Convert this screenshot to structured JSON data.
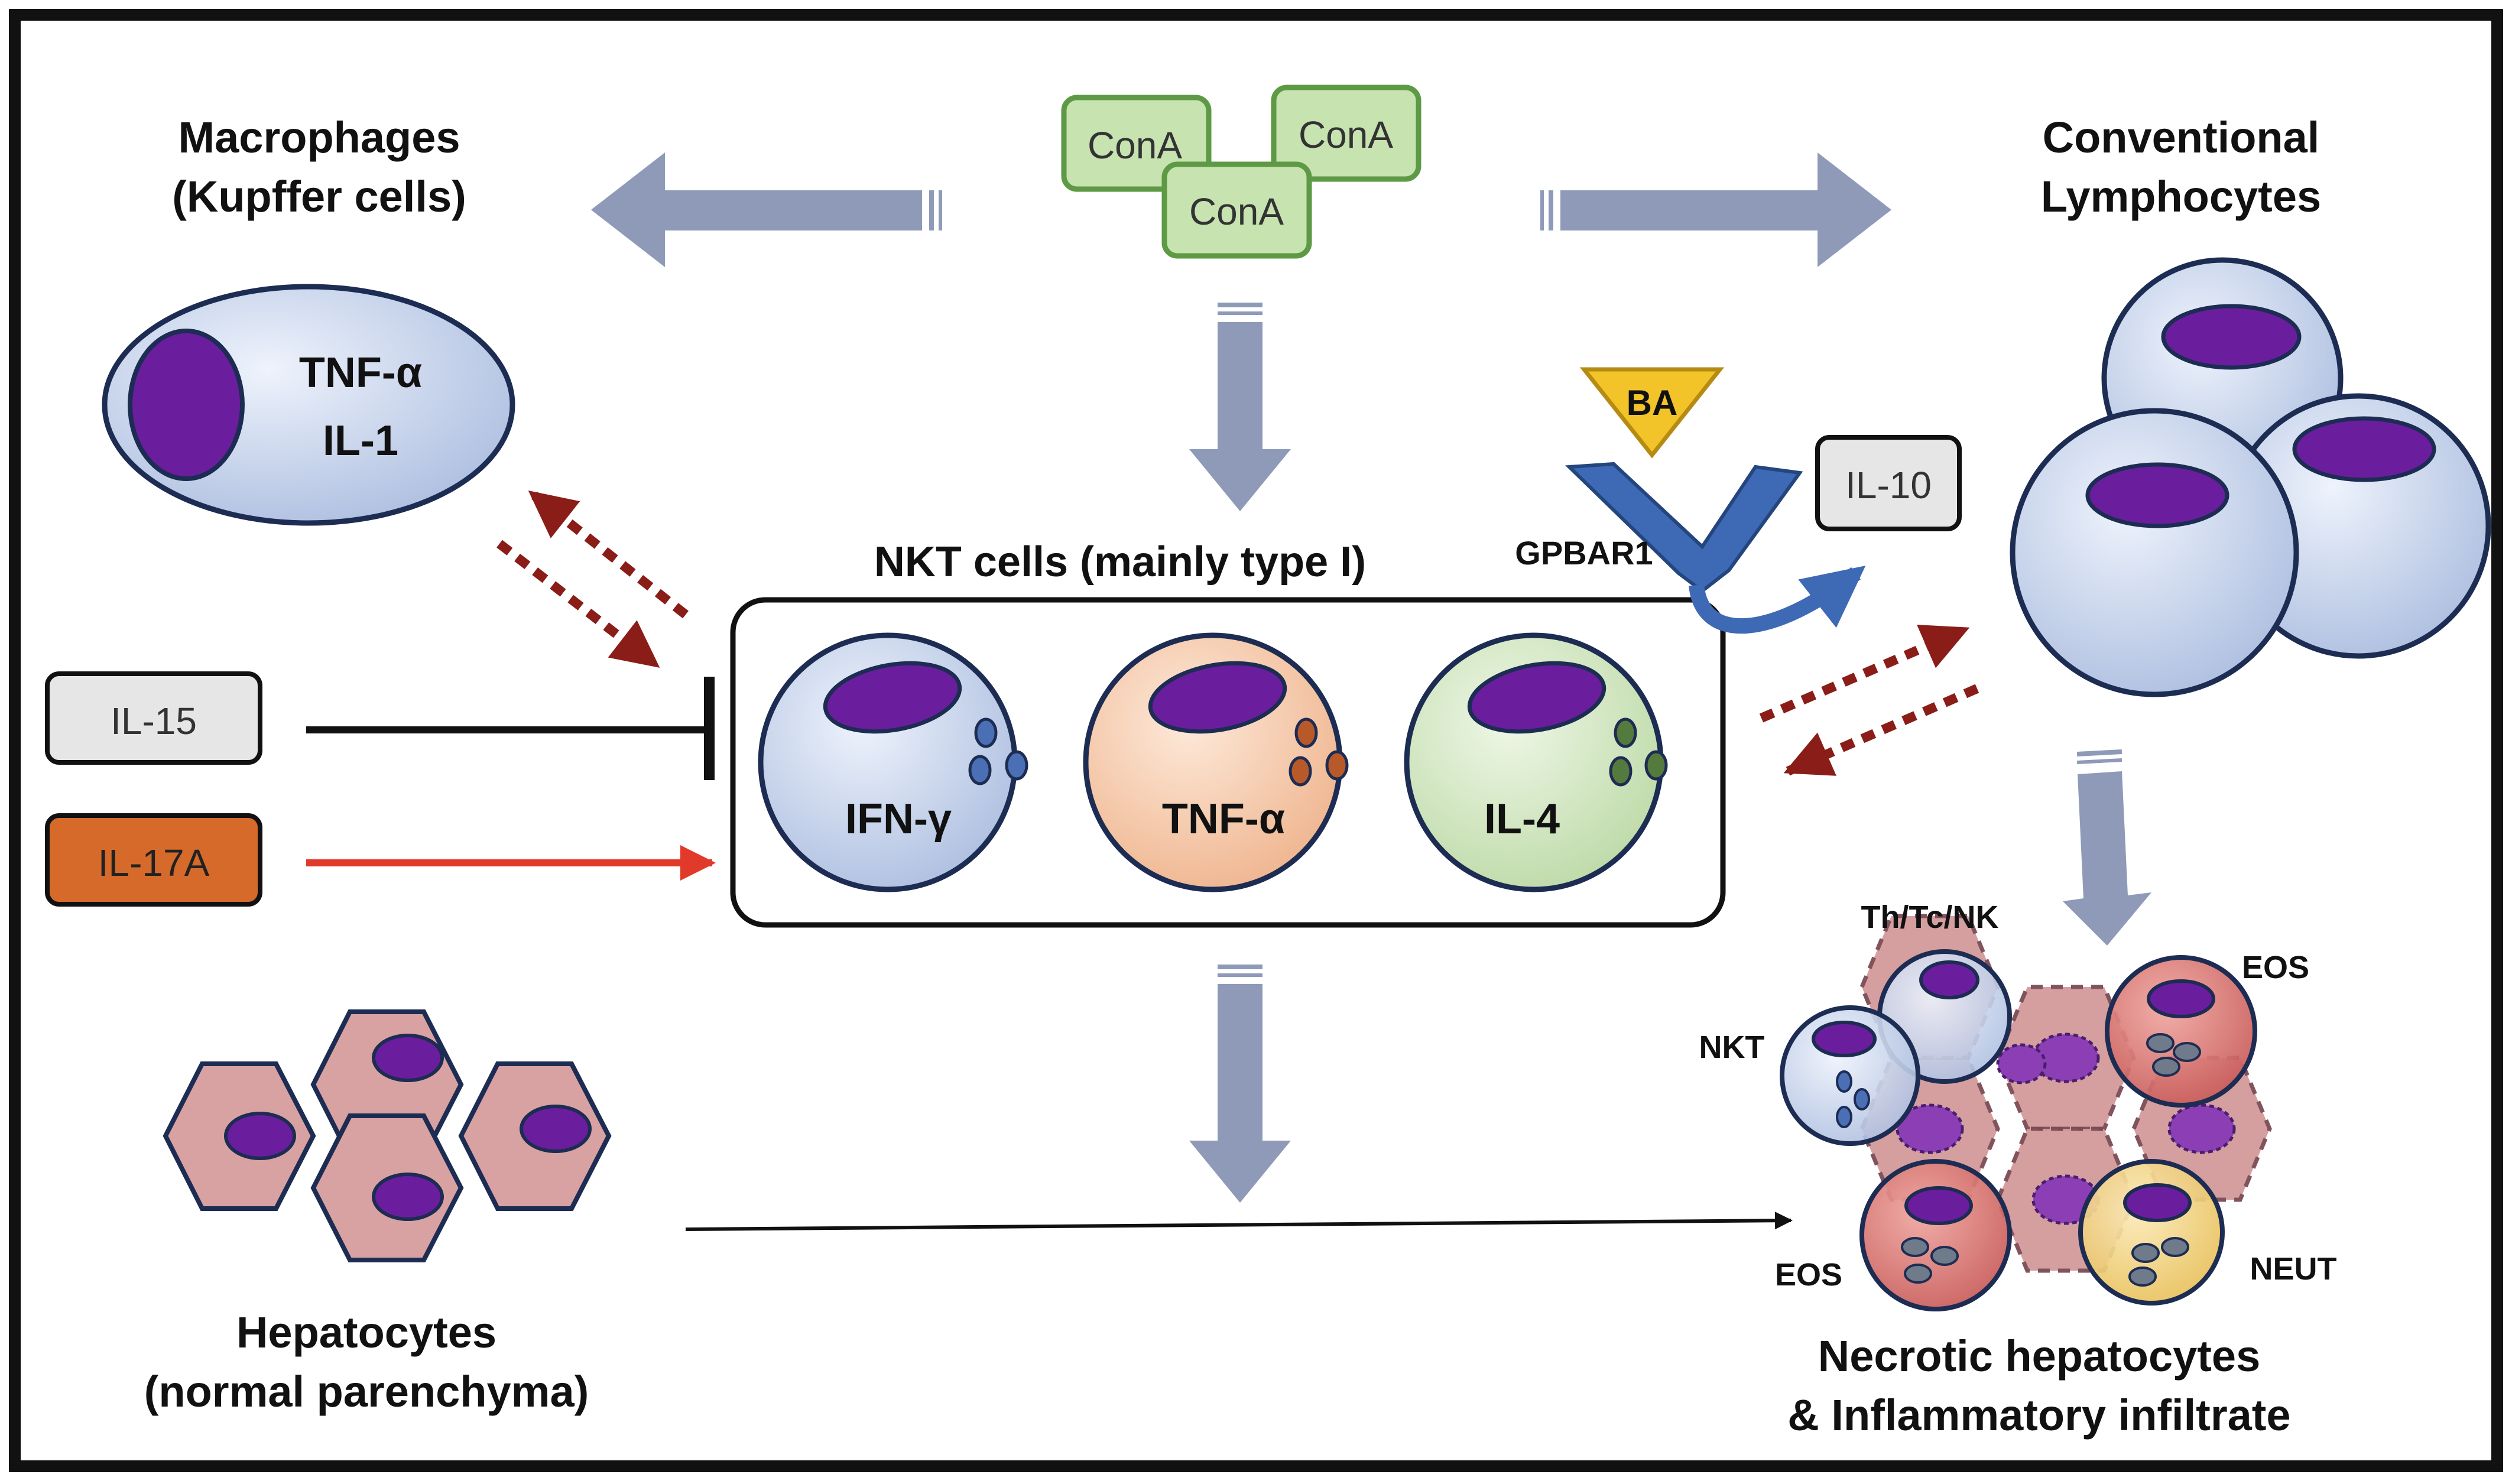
{
  "colors": {
    "frame": "#111111",
    "pathway_arrow": "#8e9ab8",
    "conA_fill": "#c6e3b0",
    "conA_stroke": "#5e9a45",
    "nucleus": "#6a1e9e",
    "cell_blue": "#c8d6ee",
    "cell_orange": "#f7cfb1",
    "cell_green": "#d6eac8",
    "hepatocyte": "#d9a2a2",
    "eos": "#d56a6a",
    "neut": "#f0d27a",
    "dotted_arrow": "#8a1d17",
    "il17a_arrow": "#e23a2a",
    "il15_line": "#111111",
    "ba_fill": "#f3c32a",
    "gpbar1": "#3e69b5",
    "il17a_box": "#d66a2a",
    "il15_box": "#e6e6e6"
  },
  "conA": {
    "labels": [
      "ConA",
      "ConA",
      "ConA"
    ]
  },
  "macrophages": {
    "title_line1": "Macrophages",
    "title_line2": "(Kupffer cells)",
    "cytokine1": "TNF-α",
    "cytokine2": "IL-1"
  },
  "lymphocytes": {
    "title_line1": "Conventional",
    "title_line2": "Lymphocytes"
  },
  "nkt": {
    "title": "NKT cells (mainly type I)",
    "cells": [
      "IFN-γ",
      "TNF-α",
      "IL-4"
    ]
  },
  "regulators": {
    "il15": "IL-15",
    "il17a": "IL-17A",
    "il10": "IL-10",
    "ba": "BA",
    "gpbar1": "GPBAR1"
  },
  "hepatocytes": {
    "title_line1": "Hepatocytes",
    "title_line2": "(normal parenchyma)"
  },
  "necrosis": {
    "title_line1": "Necrotic hepatocytes",
    "title_line2": "& Inflammatory infiltrate",
    "labels": {
      "th_tc_nk": "Th/Tc/NK",
      "nkt": "NKT",
      "eos_top": "EOS",
      "eos_bottom": "EOS",
      "neut": "NEUT"
    }
  },
  "icons": [
    "pathway-arrow-icon",
    "inhibition-icon",
    "activation-arrow-icon",
    "bidirectional-dotted-arrow-icon",
    "receptor-icon"
  ]
}
